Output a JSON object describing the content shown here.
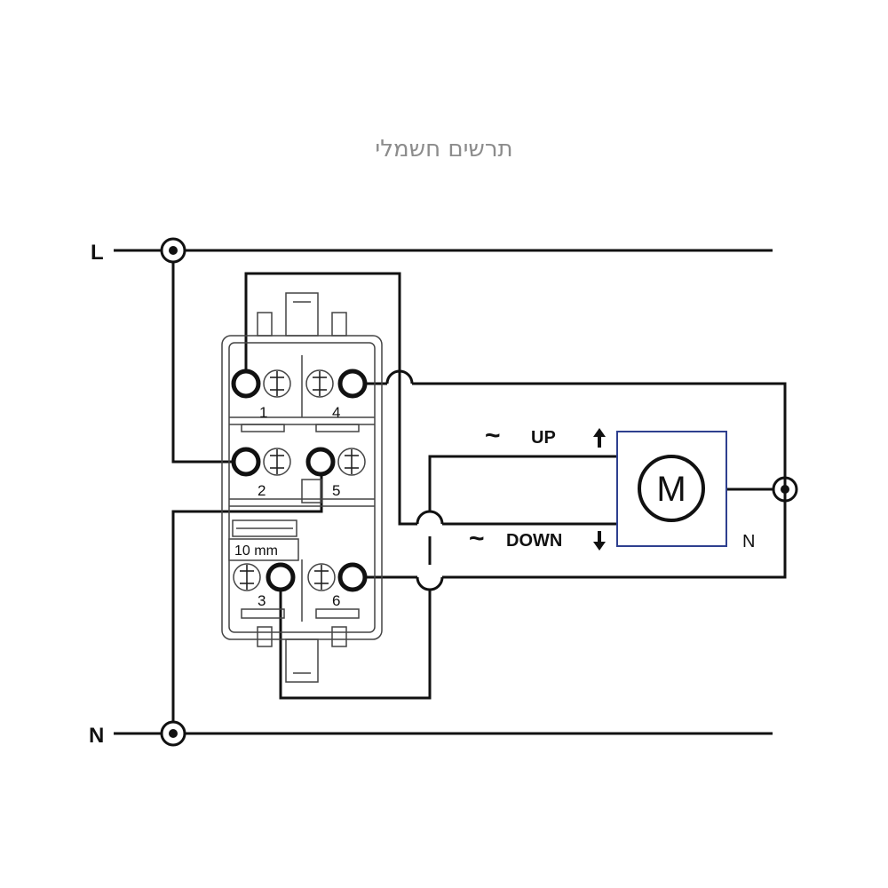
{
  "title": "תרשים חשמלי",
  "lines": {
    "live": "L",
    "neutral": "N"
  },
  "terminals": [
    "1",
    "2",
    "3",
    "4",
    "5",
    "6"
  ],
  "strip_length": "10 mm",
  "motor": {
    "symbol": "M",
    "neutral_label": "N",
    "frame_color": "#2e3f8f"
  },
  "directions": {
    "up": {
      "tilde": "~",
      "label": "UP"
    },
    "down": {
      "tilde": "~",
      "label": "DOWN"
    }
  },
  "colors": {
    "wire": "#111111",
    "title": "#8c8c8c",
    "motor_box": "#2e3f8f"
  }
}
